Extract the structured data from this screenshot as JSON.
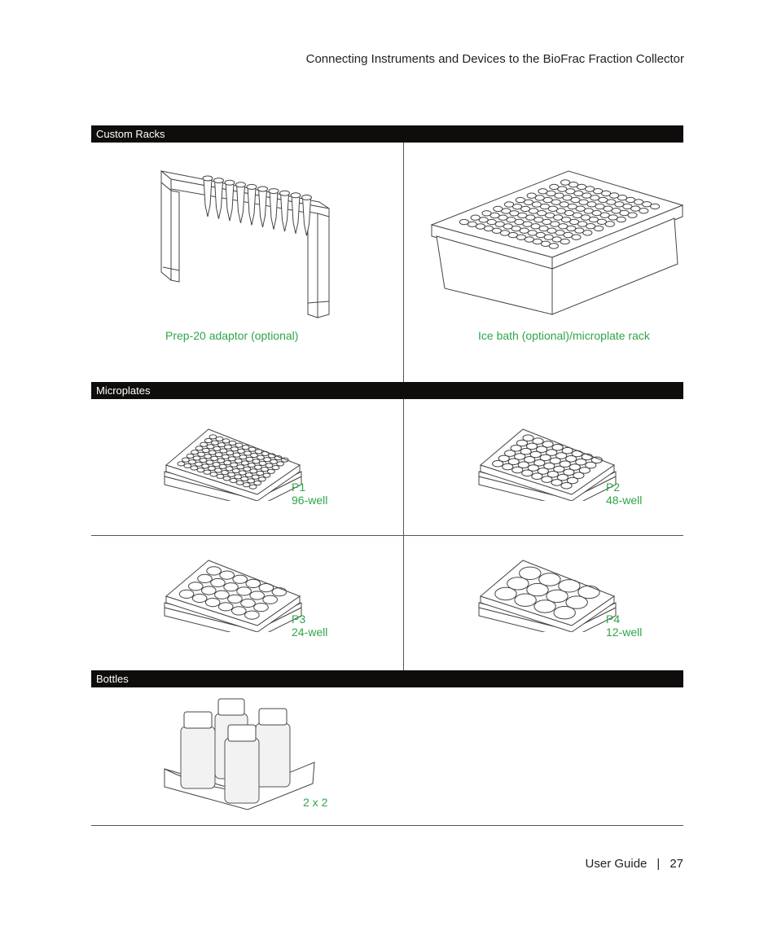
{
  "header": {
    "title": "Connecting Instruments and Devices to the BioFrac Fraction Collector"
  },
  "sections": {
    "custom_racks": {
      "title": "Custom Racks",
      "items": [
        {
          "caption": "Prep-20 adaptor (optional)"
        },
        {
          "caption": "Ice bath (optional)/microplate rack"
        }
      ]
    },
    "microplates": {
      "title": "Microplates",
      "items": [
        {
          "code": "P1",
          "wells": "96-well"
        },
        {
          "code": "P2",
          "wells": "48-well"
        },
        {
          "code": "P3",
          "wells": "24-well"
        },
        {
          "code": "P4",
          "wells": "12-well"
        }
      ]
    },
    "bottles": {
      "title": "Bottles",
      "items": [
        {
          "caption": "2 x 2"
        }
      ]
    }
  },
  "footer": {
    "doc": "User Guide",
    "separator": "|",
    "page": "27"
  },
  "colors": {
    "band": "#0f0d0c",
    "caption": "#2fa548"
  }
}
